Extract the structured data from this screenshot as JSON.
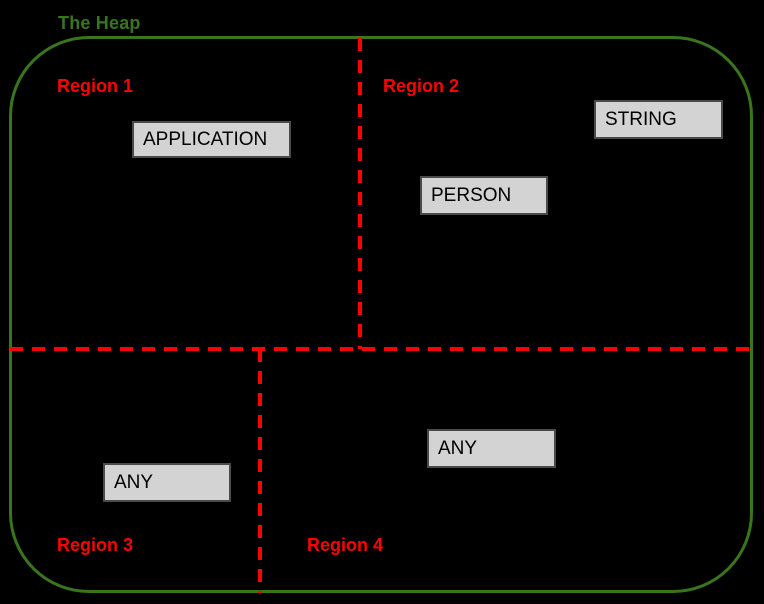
{
  "diagram": {
    "title": "The Heap",
    "regions": [
      {
        "label": "Region 1",
        "position": "top-left"
      },
      {
        "label": "Region 2",
        "position": "top-right"
      },
      {
        "label": "Region 3",
        "position": "bottom-left"
      },
      {
        "label": "Region 4",
        "position": "bottom-right"
      }
    ],
    "boxes": [
      {
        "label": "APPLICATION",
        "region": "Region 1"
      },
      {
        "label": "STRING",
        "region": "Region 2"
      },
      {
        "label": "PERSON",
        "region": "Region 2"
      },
      {
        "label": "ANY",
        "region": "Region 3"
      },
      {
        "label": "ANY",
        "region": "Region 4"
      }
    ],
    "colors": {
      "background": "#000000",
      "heap_border": "#38761d",
      "region_line": "#ff0000",
      "region_label": "#ff0000",
      "box_fill": "#d3d3d3",
      "box_border": "#4a4a4a",
      "box_text": "#000000"
    }
  }
}
